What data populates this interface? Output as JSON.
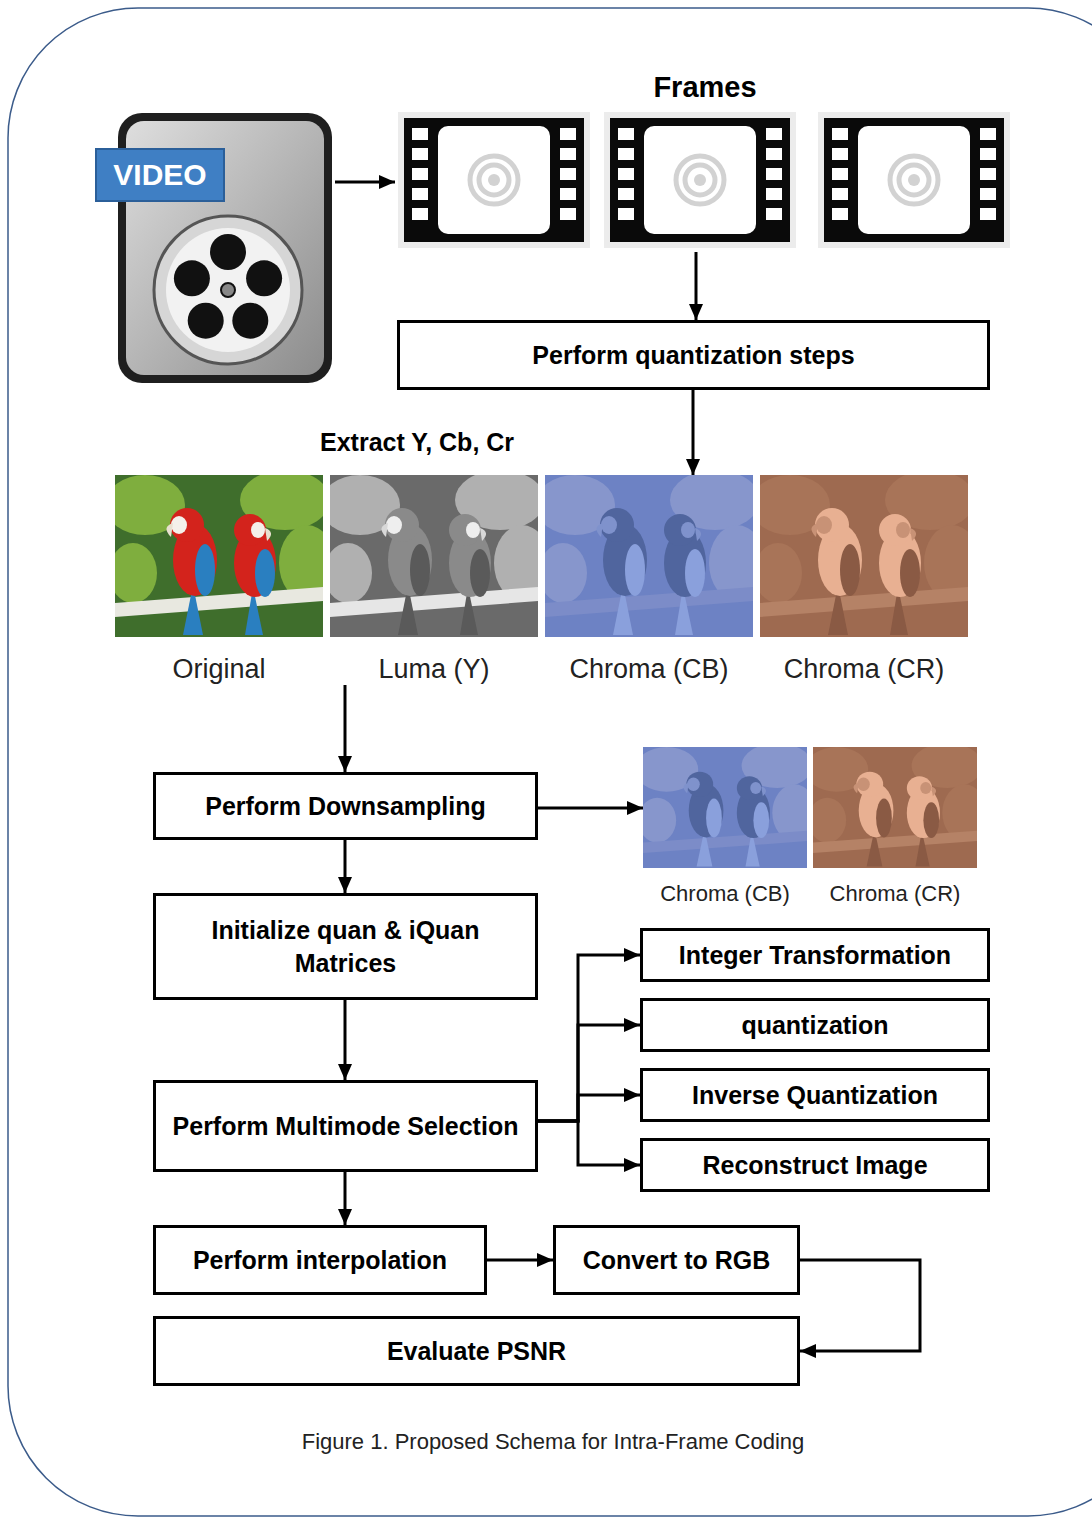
{
  "diagram": {
    "caption": "Figure 1. Proposed Schema for Intra-Frame Coding",
    "nodes": [
      {
        "text": [
          "VIDEO"
        ]
      },
      {
        "text": [
          "Frames"
        ]
      },
      {
        "text": [
          "Perform quantization steps"
        ]
      },
      {
        "text": [
          "Original"
        ]
      },
      {
        "text": [
          "Luma (Y)"
        ]
      },
      {
        "text": [
          "Chroma (CB)"
        ]
      },
      {
        "text": [
          "Chroma (CR)"
        ]
      },
      {
        "text": [
          "Perform Downsampling"
        ]
      },
      {
        "text": [
          "Chroma (CB)"
        ]
      },
      {
        "text": [
          "Chroma (CR)"
        ]
      },
      {
        "text": [
          "Initialize quan & iQuan Matrices"
        ]
      },
      {
        "text": [
          "Perform Multimode Selection"
        ]
      },
      {
        "text": [
          "Integer Transformation"
        ]
      },
      {
        "text": [
          "quantization"
        ]
      },
      {
        "text": [
          "Inverse Quantization"
        ]
      },
      {
        "text": [
          "Reconstruct Image"
        ]
      },
      {
        "text": [
          "Perform interpolation"
        ]
      },
      {
        "text": [
          "Convert to RGB"
        ]
      },
      {
        "text": [
          "Evaluate PSNR"
        ]
      }
    ],
    "edges": [
      {
        "from": 0,
        "to": 1,
        "arrow": "to"
      },
      {
        "from": 1,
        "to": 2,
        "arrow": "to"
      },
      {
        "from": 2,
        "to": 5,
        "arrow": "to"
      },
      {
        "from": 4,
        "to": 7,
        "arrow": "to"
      },
      {
        "from": 7,
        "to": 8,
        "arrow": "to"
      },
      {
        "from": 7,
        "to": 10,
        "arrow": "to"
      },
      {
        "from": 10,
        "to": 11,
        "arrow": "to"
      },
      {
        "from": 11,
        "to": 12,
        "arrow": "to"
      },
      {
        "from": 11,
        "to": 13,
        "arrow": "to"
      },
      {
        "from": 11,
        "to": 14,
        "arrow": "to"
      },
      {
        "from": 11,
        "to": 15,
        "arrow": "to"
      },
      {
        "from": 11,
        "to": 16,
        "arrow": "to"
      },
      {
        "from": 16,
        "to": 17,
        "arrow": "to"
      },
      {
        "from": 17,
        "to": 18,
        "arrow": "to"
      }
    ],
    "labels": [
      "Extract Y, Cb, Cr"
    ]
  }
}
